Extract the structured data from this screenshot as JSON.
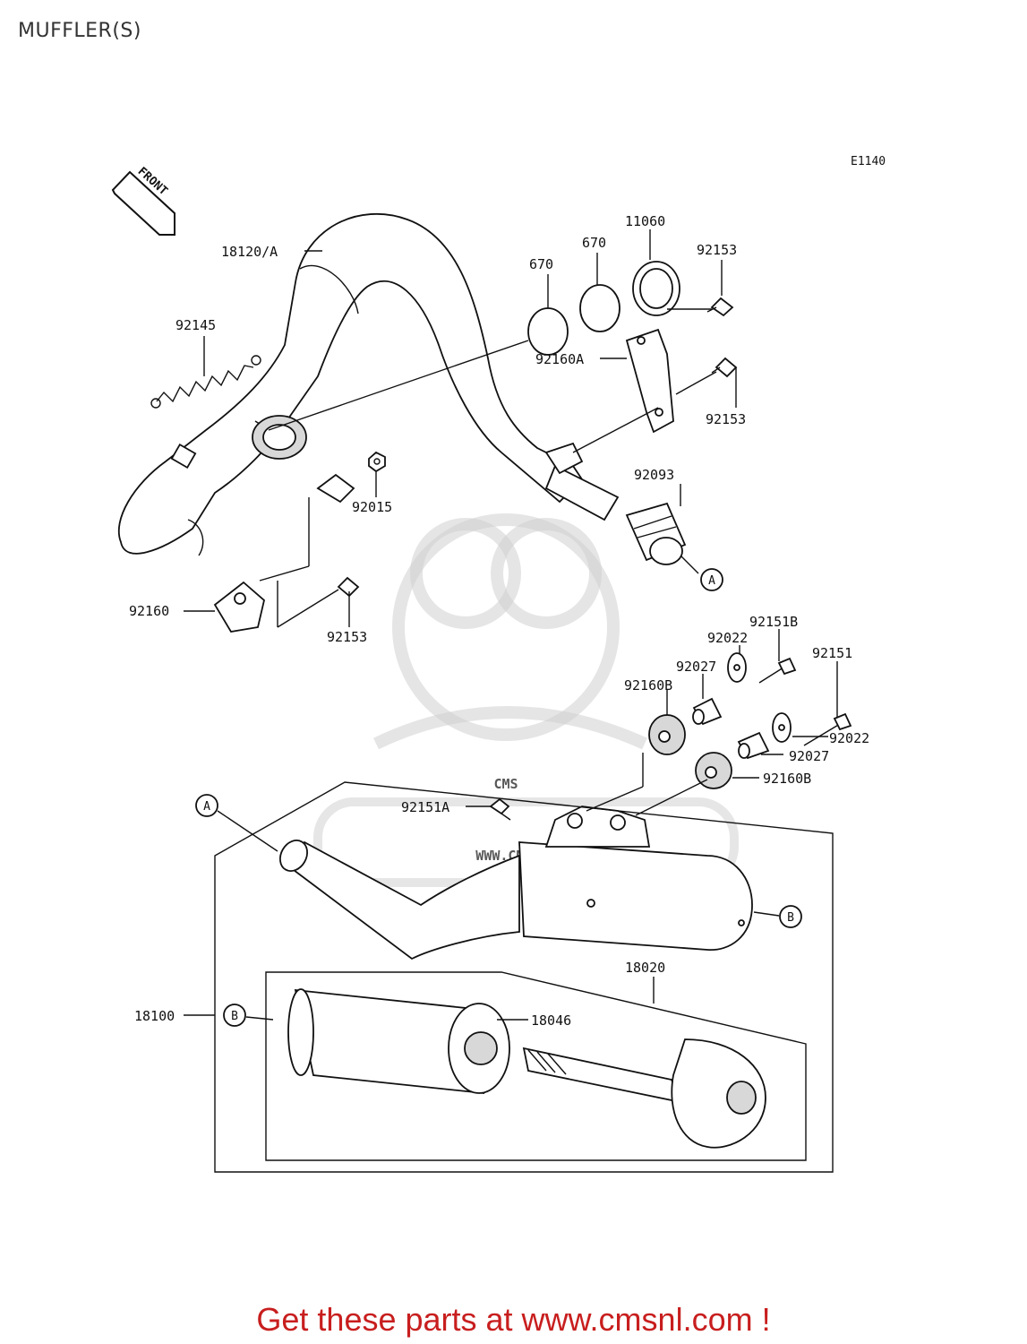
{
  "page": {
    "title": "MUFFLER(S)"
  },
  "diagram": {
    "code": "E1140",
    "front_label": "FRONT",
    "watermark": {
      "brand": "CMS",
      "url": "WWW.CMSNL.COM"
    },
    "labels": {
      "p18120": "18120/A",
      "p92145": "92145",
      "p670a": "670",
      "p670b": "670",
      "p11060": "11060",
      "p92153a": "92153",
      "p92160A": "92160A",
      "p92153b": "92153",
      "p92093": "92093",
      "p92015": "92015",
      "p92160": "92160",
      "p92153c": "92153",
      "p92151B": "92151B",
      "p92022a": "92022",
      "p92151": "92151",
      "p92027a": "92027",
      "p92160Ba": "92160B",
      "p92022b": "92022",
      "p92027b": "92027",
      "p92160Bb": "92160B",
      "p92151A": "92151A",
      "p18020": "18020",
      "p18100": "18100",
      "p18046": "18046"
    },
    "refs": {
      "A": "A",
      "B": "B"
    }
  },
  "footer": {
    "text": "Get these parts at www.cmsnl.com !"
  }
}
